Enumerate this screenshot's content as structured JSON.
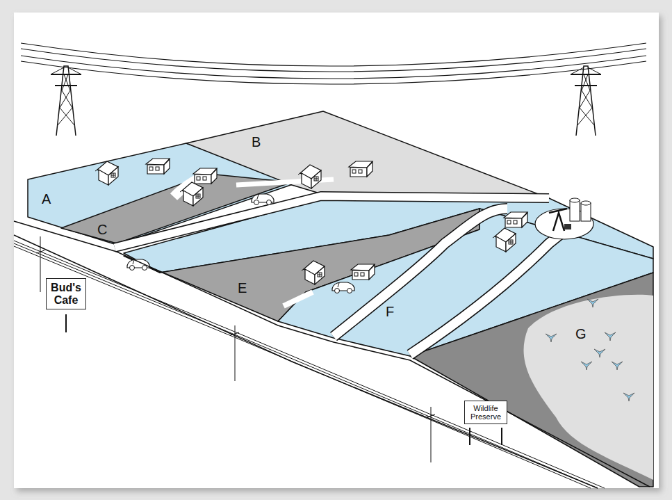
{
  "diagram": {
    "nodes": [
      {
        "text": [
          "Bud's Cafe"
        ]
      },
      {
        "text": [
          "Wildlife Preserve"
        ]
      }
    ],
    "labels": [
      "A",
      "B",
      "C",
      "E",
      "F",
      "G"
    ]
  }
}
